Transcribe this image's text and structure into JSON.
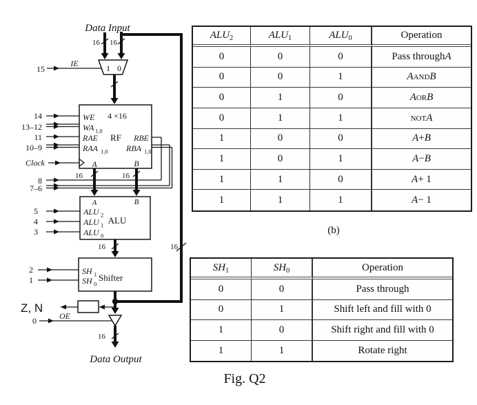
{
  "figure": {
    "caption": "Fig. Q2",
    "sublabel": "(b)"
  },
  "diagram": {
    "title_top": "Data Input",
    "title_bottom": "Data Output",
    "bus_width_label": "16",
    "mux": {
      "in1": "1",
      "in0": "0",
      "select_label": "IE"
    },
    "pins": {
      "p15": "15",
      "p14": "14",
      "p13_12": "13–12",
      "p11": "11",
      "p10_9": "10–9",
      "clock": "Clock",
      "p8": "8",
      "p7_6": "7–6",
      "p5": "5",
      "p4": "4",
      "p3": "3",
      "p2": "2",
      "p1": "1",
      "p0": "0"
    },
    "rf": {
      "size": "4 ×16",
      "name": "RF",
      "we": "WE",
      "wa_base": "WA",
      "wa_sub": "1,0",
      "rae": "RAE",
      "raa_base": "RAA",
      "raa_sub": "1,0",
      "rbe": "RBE",
      "rba_base": "RBA",
      "rba_sub": "1,0",
      "out_a": "A",
      "out_b": "B"
    },
    "alu": {
      "name": "ALU",
      "in_a": "A",
      "in_b": "B",
      "c2_base": "ALU",
      "c2_sub": "2",
      "c1_base": "ALU",
      "c1_sub": "1",
      "c0_base": "ALU",
      "c0_sub": "0"
    },
    "shifter": {
      "name": "Shifter",
      "s1_base": "SH",
      "s1_sub": "1",
      "s0_base": "SH",
      "s0_sub": "0"
    },
    "flags_label": "Z, N",
    "oe_label": "OE"
  },
  "alu_table": {
    "headers": [
      {
        "base": "ALU",
        "sub": "2"
      },
      {
        "base": "ALU",
        "sub": "1"
      },
      {
        "base": "ALU",
        "sub": "0"
      },
      {
        "label": "Operation"
      }
    ],
    "rows": [
      {
        "bits": [
          "0",
          "0",
          "0"
        ],
        "op": [
          [
            "Pass through ",
            "rm"
          ],
          [
            "A",
            "it"
          ]
        ]
      },
      {
        "bits": [
          "0",
          "0",
          "1"
        ],
        "op": [
          [
            "A",
            "it"
          ],
          [
            " and ",
            "sc"
          ],
          [
            "B",
            "it"
          ]
        ]
      },
      {
        "bits": [
          "0",
          "1",
          "0"
        ],
        "op": [
          [
            "A",
            "it"
          ],
          [
            " or ",
            "sc"
          ],
          [
            "B",
            "it"
          ]
        ]
      },
      {
        "bits": [
          "0",
          "1",
          "1"
        ],
        "op": [
          [
            "not ",
            "sc"
          ],
          [
            "A",
            "it"
          ]
        ]
      },
      {
        "bits": [
          "1",
          "0",
          "0"
        ],
        "op": [
          [
            "A",
            "it"
          ],
          [
            " + ",
            "rm"
          ],
          [
            "B",
            "it"
          ]
        ]
      },
      {
        "bits": [
          "1",
          "0",
          "1"
        ],
        "op": [
          [
            "A",
            "it"
          ],
          [
            " − ",
            "rm"
          ],
          [
            "B",
            "it"
          ]
        ]
      },
      {
        "bits": [
          "1",
          "1",
          "0"
        ],
        "op": [
          [
            "A",
            "it"
          ],
          [
            " + 1",
            "rm"
          ]
        ]
      },
      {
        "bits": [
          "1",
          "1",
          "1"
        ],
        "op": [
          [
            "A",
            "it"
          ],
          [
            " − 1",
            "rm"
          ]
        ]
      }
    ]
  },
  "sh_table": {
    "headers": [
      {
        "base": "SH",
        "sub": "1"
      },
      {
        "base": "SH",
        "sub": "0"
      },
      {
        "label": "Operation"
      }
    ],
    "rows": [
      {
        "bits": [
          "0",
          "0"
        ],
        "op": [
          [
            "Pass through",
            "rm"
          ]
        ]
      },
      {
        "bits": [
          "0",
          "1"
        ],
        "op": [
          [
            "Shift left and fill with 0",
            "rm"
          ]
        ]
      },
      {
        "bits": [
          "1",
          "0"
        ],
        "op": [
          [
            "Shift right and fill with 0",
            "rm"
          ]
        ]
      },
      {
        "bits": [
          "1",
          "1"
        ],
        "op": [
          [
            "Rotate right",
            "rm"
          ]
        ]
      }
    ]
  }
}
